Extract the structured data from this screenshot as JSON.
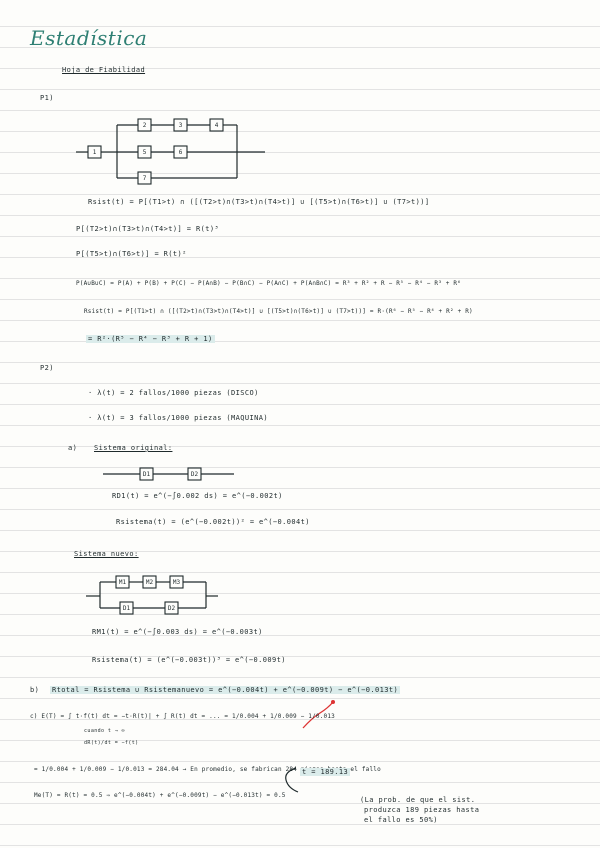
{
  "title": "Estadística",
  "subtitle": "Hoja de Fiabilidad",
  "p1": {
    "label": "P1)",
    "blocks": [
      "1",
      "2",
      "3",
      "4",
      "5",
      "6",
      "7"
    ],
    "line1": "Rsist(t) = P[(T1>t) ∩ ([(T2>t)∩(T3>t)∩(T4>t)] ∪ [(T5>t)∩(T6>t)] ∪ (T7>t))]",
    "line2": "P[(T2>t)∩(T3>t)∩(T4>t)] = R(t)³",
    "line3": "P[(T5>t)∩(T6>t)] = R(t)²",
    "line4": "P(A∪B∪C) = P(A) + P(B) + P(C) − P(A∩B) − P(B∩C) − P(A∩C) + P(A∩B∩C) = R³ + R² + R − R⁵ − R⁴ − R³ + R⁶",
    "line5": "Rsist(t) = P[(T1>t) ∩ ([(T2>t)∩(T3>t)∩(T4>t)] ∪ [(T5>t)∩(T6>t)] ∪ (T7>t))] = R·(R⁶ − R⁵ − R⁴ + R² + R)",
    "line6": "= R²·(R⁵ − R⁴ − R³ + R + 1)"
  },
  "p2": {
    "label": "P2)",
    "bullet1": "· λ(t) = 2 fallos/1000 piezas (DISCO)",
    "bullet2": "· λ(t) = 3 fallos/1000 piezas (MAQUINA)",
    "a_label": "a)",
    "a_title": "Sistema original:",
    "orig_blocks": [
      "D1",
      "D2"
    ],
    "orig_line1": "RD1(t) = e^(−∫0.002 ds) = e^(−0.002t)",
    "orig_line2": "Rsistema(t) = (e^(−0.002t))² = e^(−0.004t)",
    "new_title": "Sistema nuevo:",
    "new_top_blocks": [
      "M1",
      "M2",
      "M3"
    ],
    "new_bottom_blocks": [
      "D1",
      "D2"
    ],
    "new_line1": "RM1(t) = e^(−∫0.003 ds) = e^(−0.003t)",
    "new_line2": "Rsistema(t) = (e^(−0.003t))³ = e^(−0.009t)",
    "b_label": "b)",
    "b_line": "Rtotal = Rsistema ∪ Rsistemanuevo = e^(−0.004t) + e^(−0.009t) − e^(−0.013t)",
    "c_line": "c) E(T) = ∫ t·f(t) dt = −t·R(t)| + ∫ R(t) dt = ... = 1/0.004 + 1/0.009 − 1/0.013",
    "c_note1": "cuando t → ∞",
    "c_note2": "dR(t)/dt = −f(t)",
    "result_line": "= 1/0.004 + 1/0.009 − 1/0.013 = 284.04 → En promedio, se fabrican 284 piezas hasta el fallo",
    "median_line": "Me(T) = R(t) = 0.5 ⇒ e^(−0.004t) + e^(−0.009t) − e^(−0.013t) = 0.5",
    "median_result": "t = 189.13",
    "median_note1": "(La prob. de que el sist.",
    "median_note2": "produzca 189 piezas hasta",
    "median_note3": "el fallo es 50%)"
  }
}
